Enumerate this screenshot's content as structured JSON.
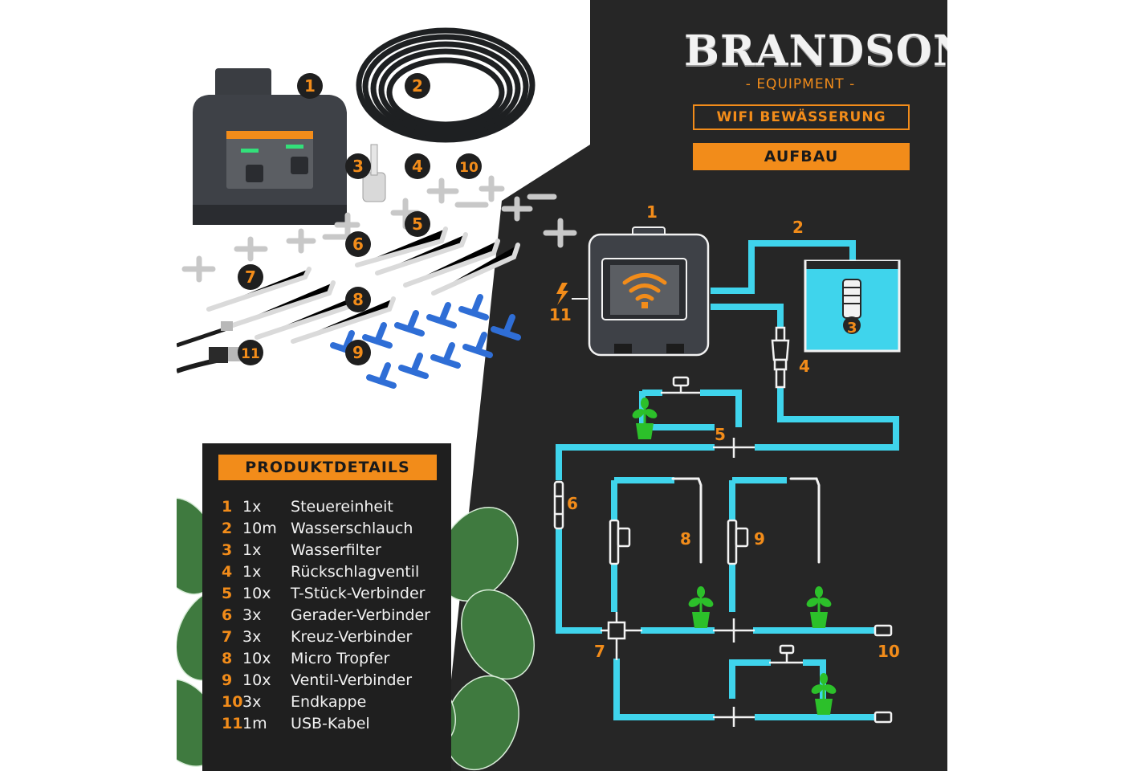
{
  "brand": {
    "name": "BRANDSON",
    "registered": "®",
    "subtitle": "- EQUIPMENT -"
  },
  "tags": {
    "product": "WIFI BEWÄSSERUNG",
    "section": "AUFBAU"
  },
  "product_details": {
    "title": "PRODUKTDETAILS",
    "items": [
      {
        "num": "1",
        "qty": "1x",
        "name": "Steuereinheit"
      },
      {
        "num": "2",
        "qty": "10m",
        "name": "Wasserschlauch"
      },
      {
        "num": "3",
        "qty": "1x",
        "name": "Wasserfilter"
      },
      {
        "num": "4",
        "qty": "1x",
        "name": "Rückschlagventil"
      },
      {
        "num": "5",
        "qty": "10x",
        "name": "T-Stück-Verbinder"
      },
      {
        "num": "6",
        "qty": "3x",
        "name": "Gerader-Verbinder"
      },
      {
        "num": "7",
        "qty": "3x",
        "name": "Kreuz-Verbinder"
      },
      {
        "num": "8",
        "qty": "10x",
        "name": "Micro Tropfer"
      },
      {
        "num": "9",
        "qty": "10x",
        "name": "Ventil-Verbinder"
      },
      {
        "num": "10",
        "qty": "3x",
        "name": "Endkappe"
      },
      {
        "num": "11",
        "qty": "1m",
        "name": "USB-Kabel"
      }
    ]
  },
  "photo_badges": [
    "1",
    "2",
    "3",
    "4",
    "10",
    "5",
    "6",
    "7",
    "8",
    "9",
    "11"
  ],
  "diagram_labels": {
    "controller": "1",
    "hose": "2",
    "filter": "3",
    "check_valve": "4",
    "tee": "5",
    "straight": "6",
    "cross": "7",
    "dripper": "8",
    "valve": "9",
    "end_cap": "10",
    "usb": "11"
  },
  "icons": [
    "wifi-icon",
    "lightning-icon",
    "plant-icon",
    "water-tank-icon",
    "controller-icon"
  ],
  "colors": {
    "background_dark": "#262626",
    "accent": "#f28c1a",
    "hose": "#3fd4ec",
    "water": "#3fd4ec",
    "plant": "#2cc02a",
    "text_light": "#f2f2f2"
  }
}
